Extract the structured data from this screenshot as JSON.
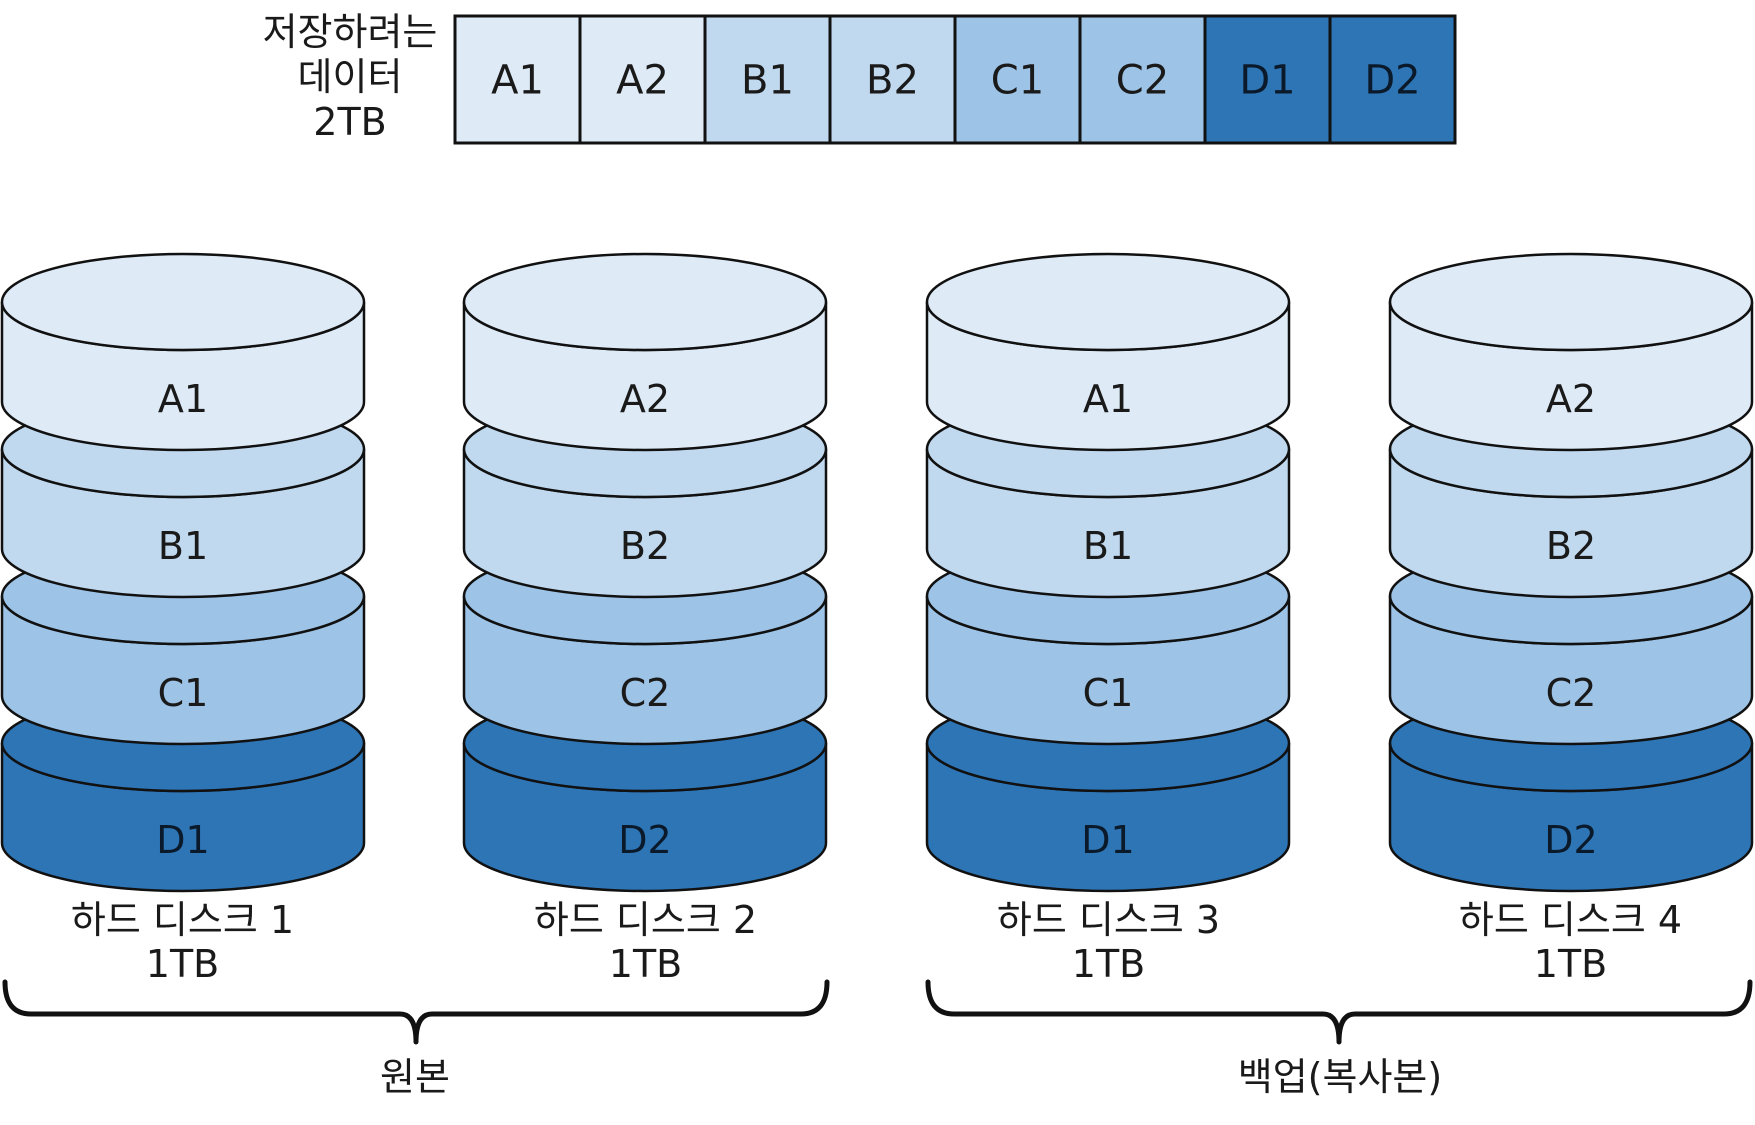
{
  "data_label": {
    "line1": "저장하려는",
    "line2": "데이터",
    "line3": "2TB"
  },
  "colors": {
    "A": "#deebf7",
    "B": "#c0d9ef",
    "C": "#9dc3e6",
    "D": "#2e75b6",
    "stroke": "#111111"
  },
  "blocks": [
    {
      "label": "A1",
      "tier": "A"
    },
    {
      "label": "A2",
      "tier": "A"
    },
    {
      "label": "B1",
      "tier": "B"
    },
    {
      "label": "B2",
      "tier": "B"
    },
    {
      "label": "C1",
      "tier": "C"
    },
    {
      "label": "C2",
      "tier": "C"
    },
    {
      "label": "D1",
      "tier": "D"
    },
    {
      "label": "D2",
      "tier": "D"
    }
  ],
  "disks": [
    {
      "name": "하드 디스크 1",
      "size": "1TB",
      "layers": [
        "A1",
        "B1",
        "C1",
        "D1"
      ]
    },
    {
      "name": "하드 디스크 2",
      "size": "1TB",
      "layers": [
        "A2",
        "B2",
        "C2",
        "D2"
      ]
    },
    {
      "name": "하드 디스크 3",
      "size": "1TB",
      "layers": [
        "A1",
        "B1",
        "C1",
        "D1"
      ]
    },
    {
      "name": "하드 디스크 4",
      "size": "1TB",
      "layers": [
        "A2",
        "B2",
        "C2",
        "D2"
      ]
    }
  ],
  "groups": [
    {
      "label": "원본"
    },
    {
      "label": "백업(복사본)"
    }
  ]
}
